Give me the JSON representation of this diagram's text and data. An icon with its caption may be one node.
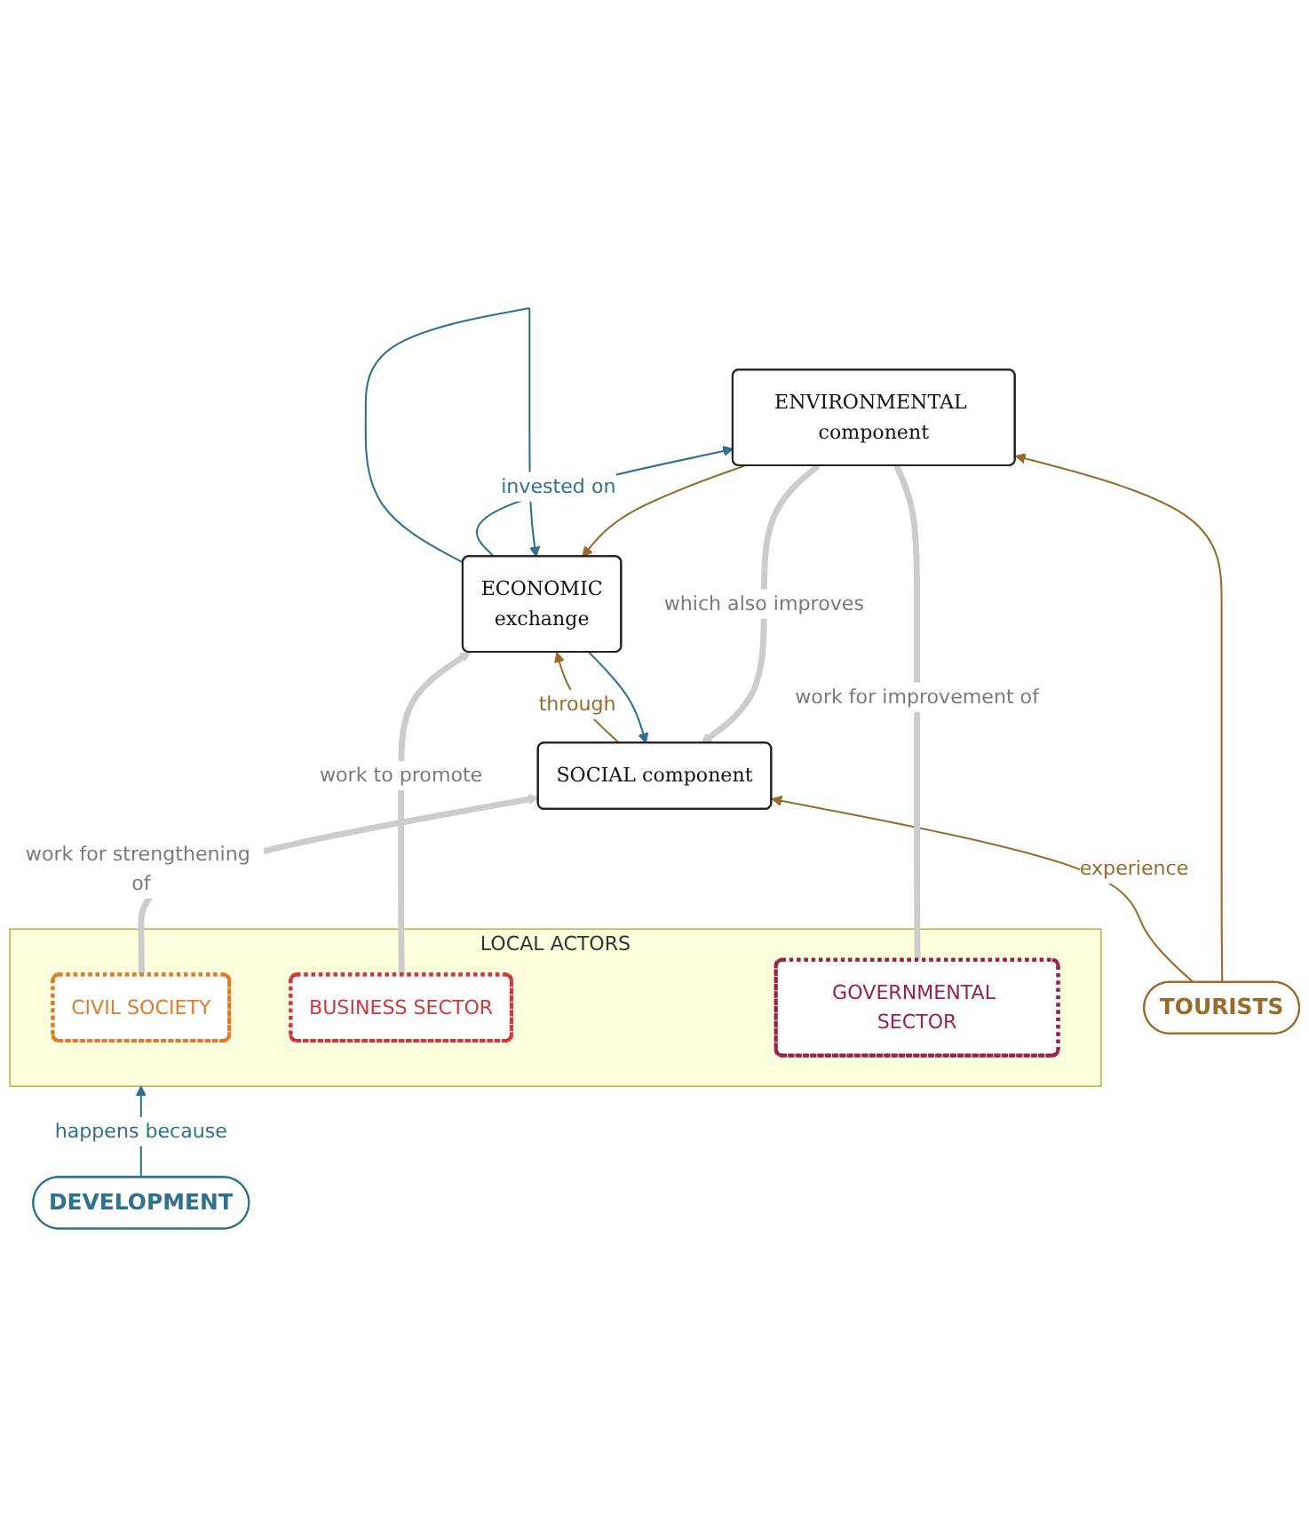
{
  "diagram": {
    "nodes": [
      {
        "text": [
          "TOURISTS"
        ]
      },
      {
        "text": [
          "SOCIAL component"
        ]
      },
      {
        "text": [
          "ENVIRONMENTAL component"
        ]
      },
      {
        "text": [
          "ECONOMIC",
          "exchange"
        ]
      },
      {
        "text": [
          "LOCAL ACTORS"
        ]
      },
      {
        "text": [
          "CIVIL SOCIETY"
        ],
        "in": 4
      },
      {
        "text": [
          "BUSINESS SECTOR"
        ],
        "in": 4
      },
      {
        "text": [
          "GOVERNMENTAL SECTOR"
        ],
        "in": 4
      },
      {
        "text": [
          "DEVELOPMENT"
        ]
      }
    ],
    "edges": [
      {
        "from": 0,
        "to": 1,
        "arrow": "to",
        "label": "experience",
        "color": "#9a6a2a"
      },
      {
        "from": 0,
        "to": 2,
        "arrow": "to",
        "color": "#9a6a2a"
      },
      {
        "from": 1,
        "to": 3,
        "arrow": "to",
        "label": "through",
        "color": "#9a6a2a"
      },
      {
        "from": 2,
        "to": 3,
        "arrow": "to",
        "color": "#9a6a2a"
      },
      {
        "from": 3,
        "to": 1,
        "arrow": "to",
        "color": "#2e7191"
      },
      {
        "from": 3,
        "to": 3,
        "arrow": "to",
        "color": "#2e7191"
      },
      {
        "from": 3,
        "to": 2,
        "arrow": "to",
        "label": "invested on",
        "color": "#2e7191"
      },
      {
        "from": 2,
        "to": 1,
        "arrow": "to",
        "label": "which also improves",
        "style": "thick",
        "color": "#cccccc"
      },
      {
        "from": 5,
        "to": 1,
        "arrow": "to",
        "label": "work for strengthening of",
        "style": "thick",
        "color": "#cccccc"
      },
      {
        "from": 6,
        "to": 3,
        "arrow": "to",
        "label": "work to promote",
        "style": "thick",
        "color": "#cccccc"
      },
      {
        "from": 7,
        "to": 2,
        "arrow": "none",
        "label": "work for improvement of",
        "style": "thick",
        "color": "#cccccc"
      },
      {
        "from": 8,
        "to": 4,
        "arrow": "to",
        "label": "happens because",
        "color": "#2e7191"
      }
    ]
  }
}
